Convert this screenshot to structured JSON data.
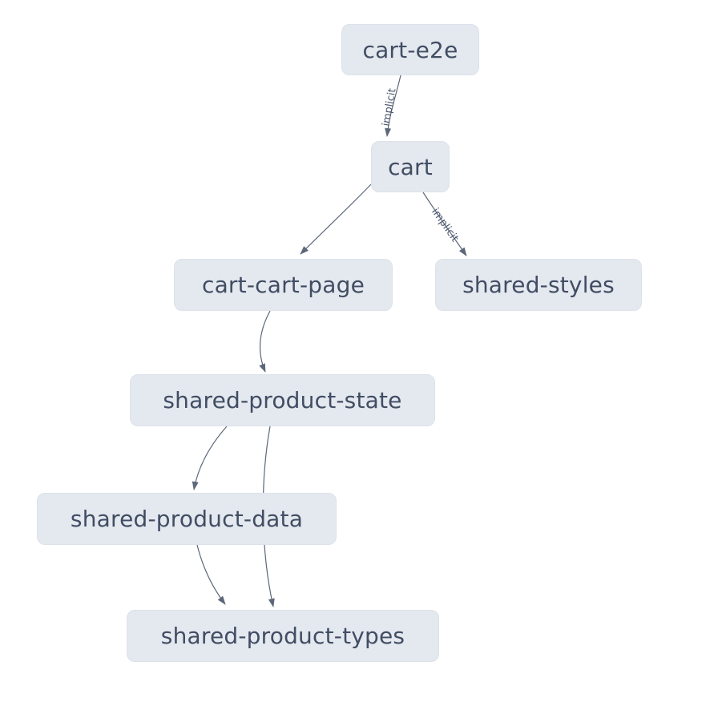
{
  "graph": {
    "nodes": [
      {
        "id": "cart-e2e",
        "label": "cart-e2e"
      },
      {
        "id": "cart",
        "label": "cart"
      },
      {
        "id": "cart-cart-page",
        "label": "cart-cart-page"
      },
      {
        "id": "shared-styles",
        "label": "shared-styles"
      },
      {
        "id": "shared-product-state",
        "label": "shared-product-state"
      },
      {
        "id": "shared-product-data",
        "label": "shared-product-data"
      },
      {
        "id": "shared-product-types",
        "label": "shared-product-types"
      }
    ],
    "edges": [
      {
        "from": "cart-e2e",
        "to": "cart",
        "label": "implicit"
      },
      {
        "from": "cart",
        "to": "cart-cart-page",
        "label": ""
      },
      {
        "from": "cart",
        "to": "shared-styles",
        "label": "implicit"
      },
      {
        "from": "cart-cart-page",
        "to": "shared-product-state",
        "label": ""
      },
      {
        "from": "shared-product-state",
        "to": "shared-product-data",
        "label": ""
      },
      {
        "from": "shared-product-state",
        "to": "shared-product-types",
        "label": ""
      },
      {
        "from": "shared-product-data",
        "to": "shared-product-types",
        "label": ""
      }
    ],
    "colors": {
      "background": "#ffffff",
      "node_fill": "#e4e8ef",
      "node_border": "#dde2ea",
      "node_text": "#414d63",
      "edge_stroke": "#5c6779",
      "edge_label_text": "#4a576e"
    }
  }
}
